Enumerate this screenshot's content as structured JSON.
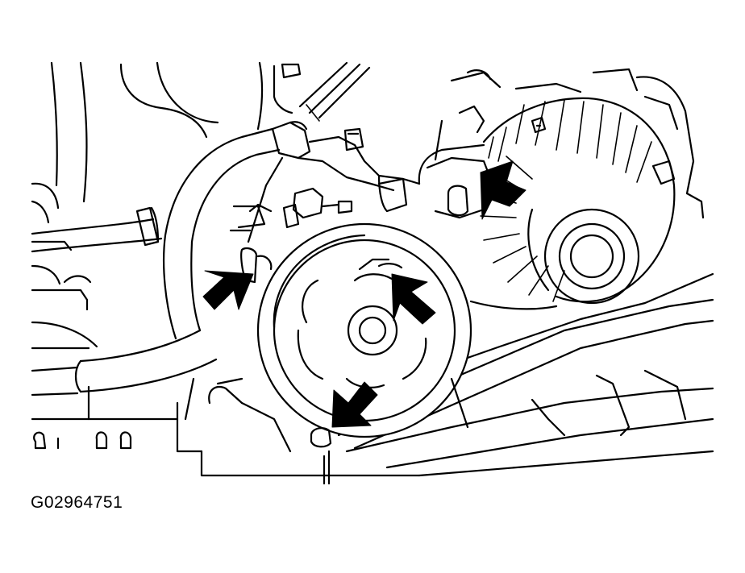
{
  "figure": {
    "code": "G02964751"
  },
  "callouts": [
    {
      "name": "alternator-bolt-arrow",
      "icon": "arrow-icon"
    },
    {
      "name": "bracket-bolt-arrow",
      "icon": "arrow-icon"
    },
    {
      "name": "pulley-bolt-arrow",
      "icon": "arrow-icon"
    },
    {
      "name": "lower-bolt-arrow",
      "icon": "arrow-icon"
    }
  ],
  "colors": {
    "line": "#000000",
    "background": "#ffffff"
  }
}
